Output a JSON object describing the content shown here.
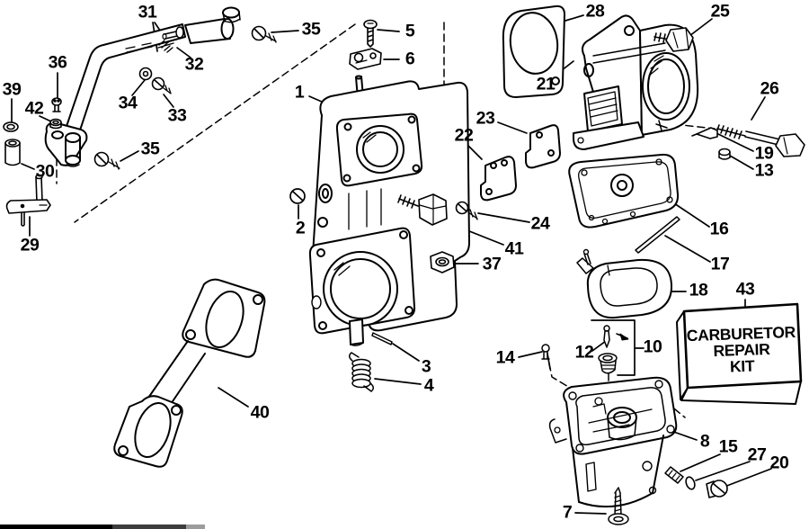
{
  "figure": {
    "kind": "exploded-parts-diagram",
    "subject": "Carburetor assembly",
    "background": "#ffffff",
    "ink": "#000000"
  },
  "kit_box": {
    "line1": "CARBURETOR",
    "line2": "REPAIR",
    "line3": "KIT"
  },
  "callouts": {
    "c1": "1",
    "c2": "2",
    "c3": "3",
    "c4": "4",
    "c5": "5",
    "c6": "6",
    "c7": "7",
    "c8": "8",
    "c10": "10",
    "c12": "12",
    "c13": "13",
    "c14": "14",
    "c15": "15",
    "c16": "16",
    "c17": "17",
    "c18": "18",
    "c19": "19",
    "c20": "20",
    "c21": "21",
    "c22": "22",
    "c23": "23",
    "c24": "24",
    "c25": "25",
    "c26": "26",
    "c27": "27",
    "c28": "28",
    "c29": "29",
    "c30": "30",
    "c31": "31",
    "c32": "32",
    "c33": "33",
    "c34": "34",
    "c35": "35",
    "c36": "36",
    "c37": "37",
    "c39": "39",
    "c40": "40",
    "c41": "41",
    "c42": "42",
    "c43": "43"
  }
}
